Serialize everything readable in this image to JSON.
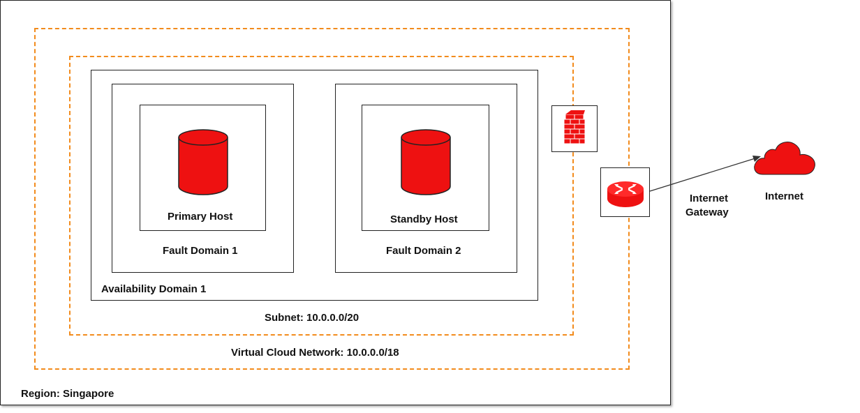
{
  "region": {
    "label": "Region: Singapore"
  },
  "vcn": {
    "label": "Virtual Cloud Network: 10.0.0.0/18"
  },
  "subnet": {
    "label": "Subnet: 10.0.0.0/20"
  },
  "availability_domain": {
    "label": "Availability Domain 1"
  },
  "fault_domains": [
    {
      "label": "Fault Domain 1",
      "host": {
        "label": "Primary Host",
        "icon": "database-icon"
      }
    },
    {
      "label": "Fault Domain 2",
      "host": {
        "label": "Standby Host",
        "icon": "database-icon"
      }
    }
  ],
  "firewall": {
    "icon": "firewall-icon"
  },
  "gateway": {
    "label_line1": "Internet",
    "label_line2": "Gateway",
    "icon": "router-icon"
  },
  "internet": {
    "label": "Internet",
    "icon": "cloud-icon"
  },
  "colors": {
    "accent_red": "#ee1111",
    "dashed_orange": "#f28b1c",
    "border": "#222222"
  }
}
